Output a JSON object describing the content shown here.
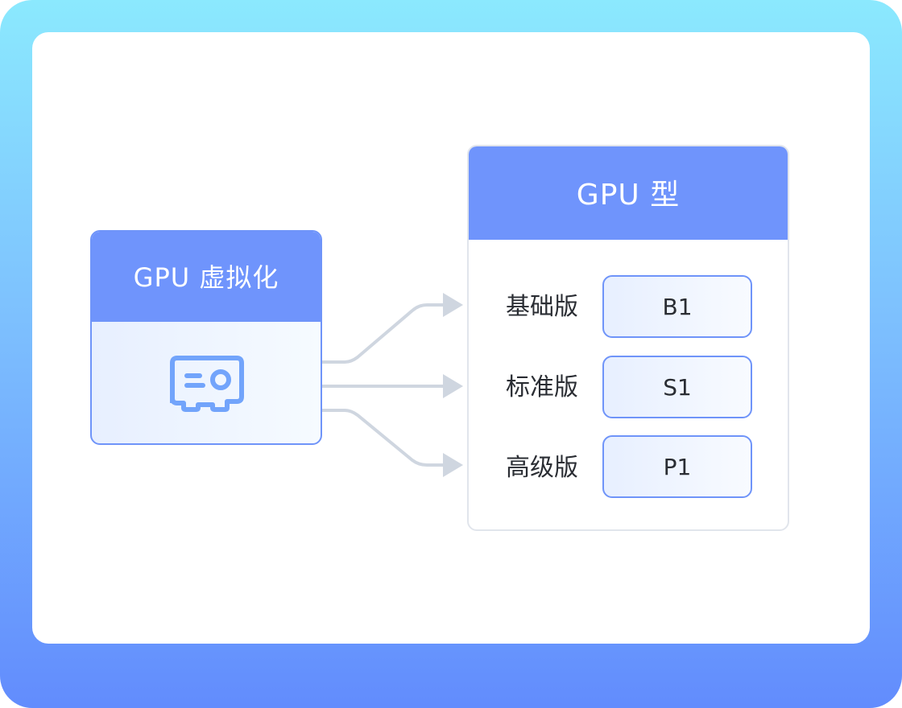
{
  "virtualization": {
    "title": "GPU 虚拟化",
    "icon": "gpu-card-icon"
  },
  "gpu_type": {
    "title": "GPU 型",
    "tiers": [
      {
        "label": "基础版",
        "code": "B1"
      },
      {
        "label": "标准版",
        "code": "S1"
      },
      {
        "label": "高级版",
        "code": "P1"
      }
    ]
  },
  "colors": {
    "accent": "#6f94fc",
    "connector": "#cfd6e0",
    "frame_top": "#8be9fe",
    "frame_bottom": "#628cfd"
  }
}
